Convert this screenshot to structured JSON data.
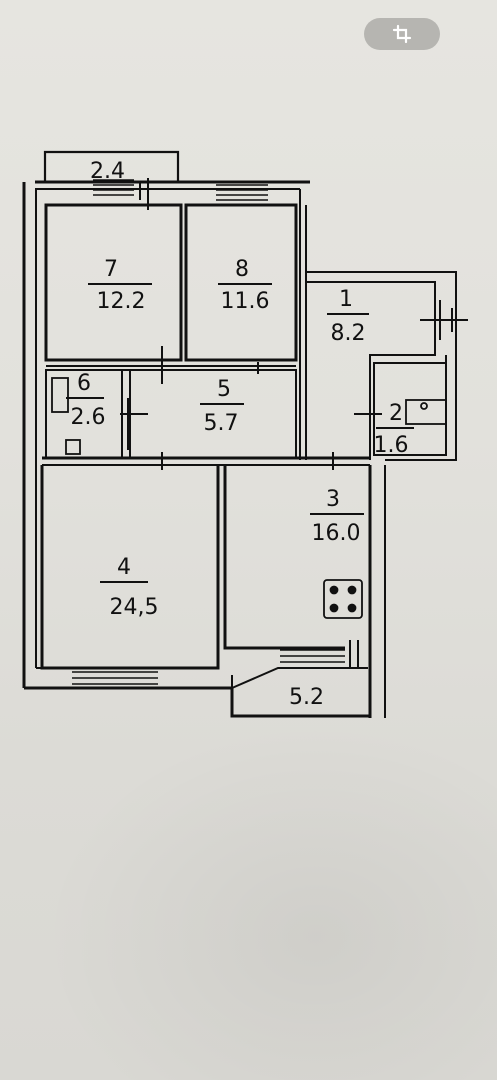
{
  "toolbar": {
    "crop_icon": "crop-icon"
  },
  "balconies": {
    "top": "2.4",
    "bottom": "5.2"
  },
  "rooms": [
    {
      "number": "1",
      "area": "8.2"
    },
    {
      "number": "2",
      "area": "1.6"
    },
    {
      "number": "3",
      "area": "16.0"
    },
    {
      "number": "4",
      "area": "24,5"
    },
    {
      "number": "5",
      "area": "5.7"
    },
    {
      "number": "6",
      "area": "2.6"
    },
    {
      "number": "7",
      "area": "12.2"
    },
    {
      "number": "8",
      "area": "11.6"
    }
  ],
  "colors": {
    "ink": "#111111",
    "paper": "#e4e3de",
    "crop_button": "#b6b5b1"
  }
}
